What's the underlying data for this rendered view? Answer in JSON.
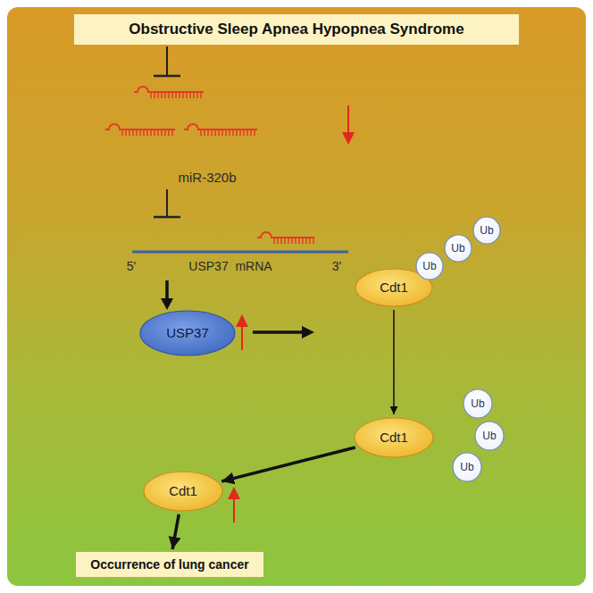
{
  "diagram": {
    "nodes": [
      {
        "text": [
          "Obstructive Sleep Apnea Hypopnea Syndrome"
        ]
      },
      {
        "text": [
          "Cdt1"
        ]
      },
      {
        "text": [
          "Ub"
        ]
      },
      {
        "text": [
          "Ub"
        ]
      },
      {
        "text": [
          "Ub"
        ]
      },
      {
        "text": [
          "USP37"
        ]
      },
      {
        "text": [
          "Cdt1"
        ]
      },
      {
        "text": [
          "Ub"
        ]
      },
      {
        "text": [
          "Ub"
        ]
      },
      {
        "text": [
          "Ub"
        ]
      },
      {
        "text": [
          "Cdt1"
        ]
      },
      {
        "text": [
          "Occurrence of lung cancer"
        ]
      }
    ],
    "edges": [
      {
        "from": 1,
        "to": 6,
        "arrow": "to"
      },
      {
        "from": 6,
        "to": 10,
        "arrow": "to"
      },
      {
        "from": 10,
        "to": 11,
        "arrow": "to"
      }
    ],
    "labels": [
      "miR-320b",
      "5'",
      "USP37  mRNA",
      "3'"
    ]
  }
}
